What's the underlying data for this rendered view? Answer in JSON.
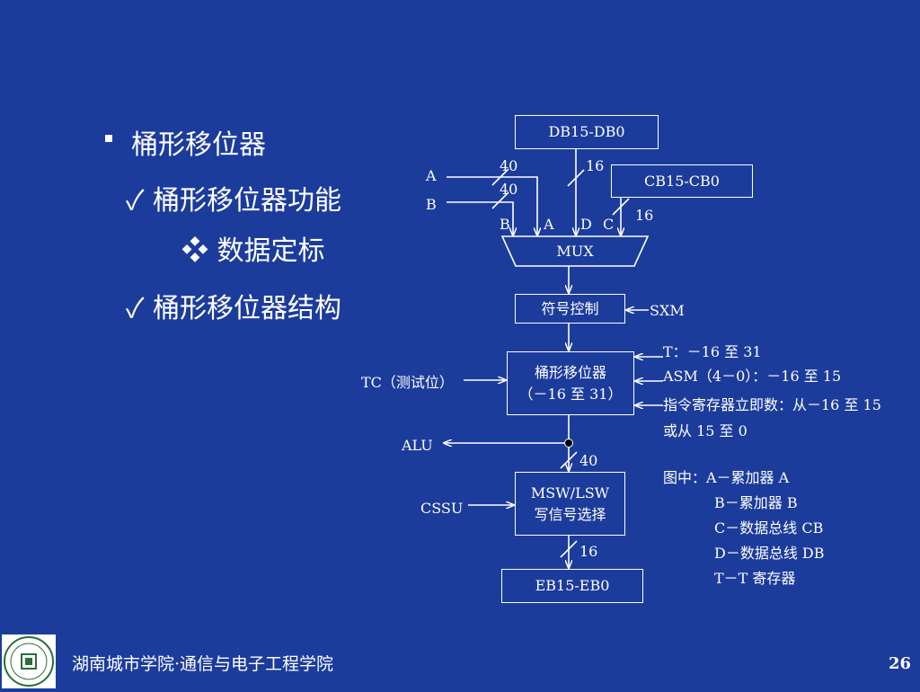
{
  "slide": {
    "bullet_main": "桶形移位器",
    "check_function": "✓ 桶形移位器功能",
    "sub_item": "❖ 数据定标",
    "check_structure": "✓ 桶形移位器结构"
  },
  "diagram": {
    "db_box": "DB15-DB0",
    "cb_box": "CB15-CB0",
    "mux_box": "MUX",
    "sign_box": "符号控制",
    "barrel_line1": "桶形移位器",
    "barrel_line2": "（－16 至 31）",
    "msw_line1": "MSW/LSW",
    "msw_line2": "写信号选择",
    "eb_box": "EB15-EB0",
    "input_a": "A",
    "input_b": "B",
    "bus_a_width": "40",
    "bus_b_width": "40",
    "db_width": "16",
    "cb_width": "16",
    "mux_in_b": "B",
    "mux_in_a": "A",
    "mux_in_d": "D",
    "mux_in_c": "C",
    "sxm": "SXM",
    "t_range": "T：－16 至 31",
    "asm_range": "ASM（4－0）：－16 至 15",
    "imm_range_1": "指令寄存器立即数：从－16 至 15",
    "imm_range_2": "或从 15 至 0",
    "tc_label": "TC（测试位）",
    "alu_label": "ALU",
    "out_width": "40",
    "cssu_label": "CSSU",
    "eb_width": "16"
  },
  "legend": {
    "line1": "图中：A－累加器 A",
    "line2": "B－累加器 B",
    "line3": "C－数据总线 CB",
    "line4": "D－数据总线 DB",
    "line5": "T－T 寄存器"
  },
  "footer": {
    "institution": "湖南城市学院·通信与电子工程学院",
    "page_number": "26"
  },
  "colors": {
    "background": "#1c3c9c",
    "foreground": "#ffffff"
  }
}
